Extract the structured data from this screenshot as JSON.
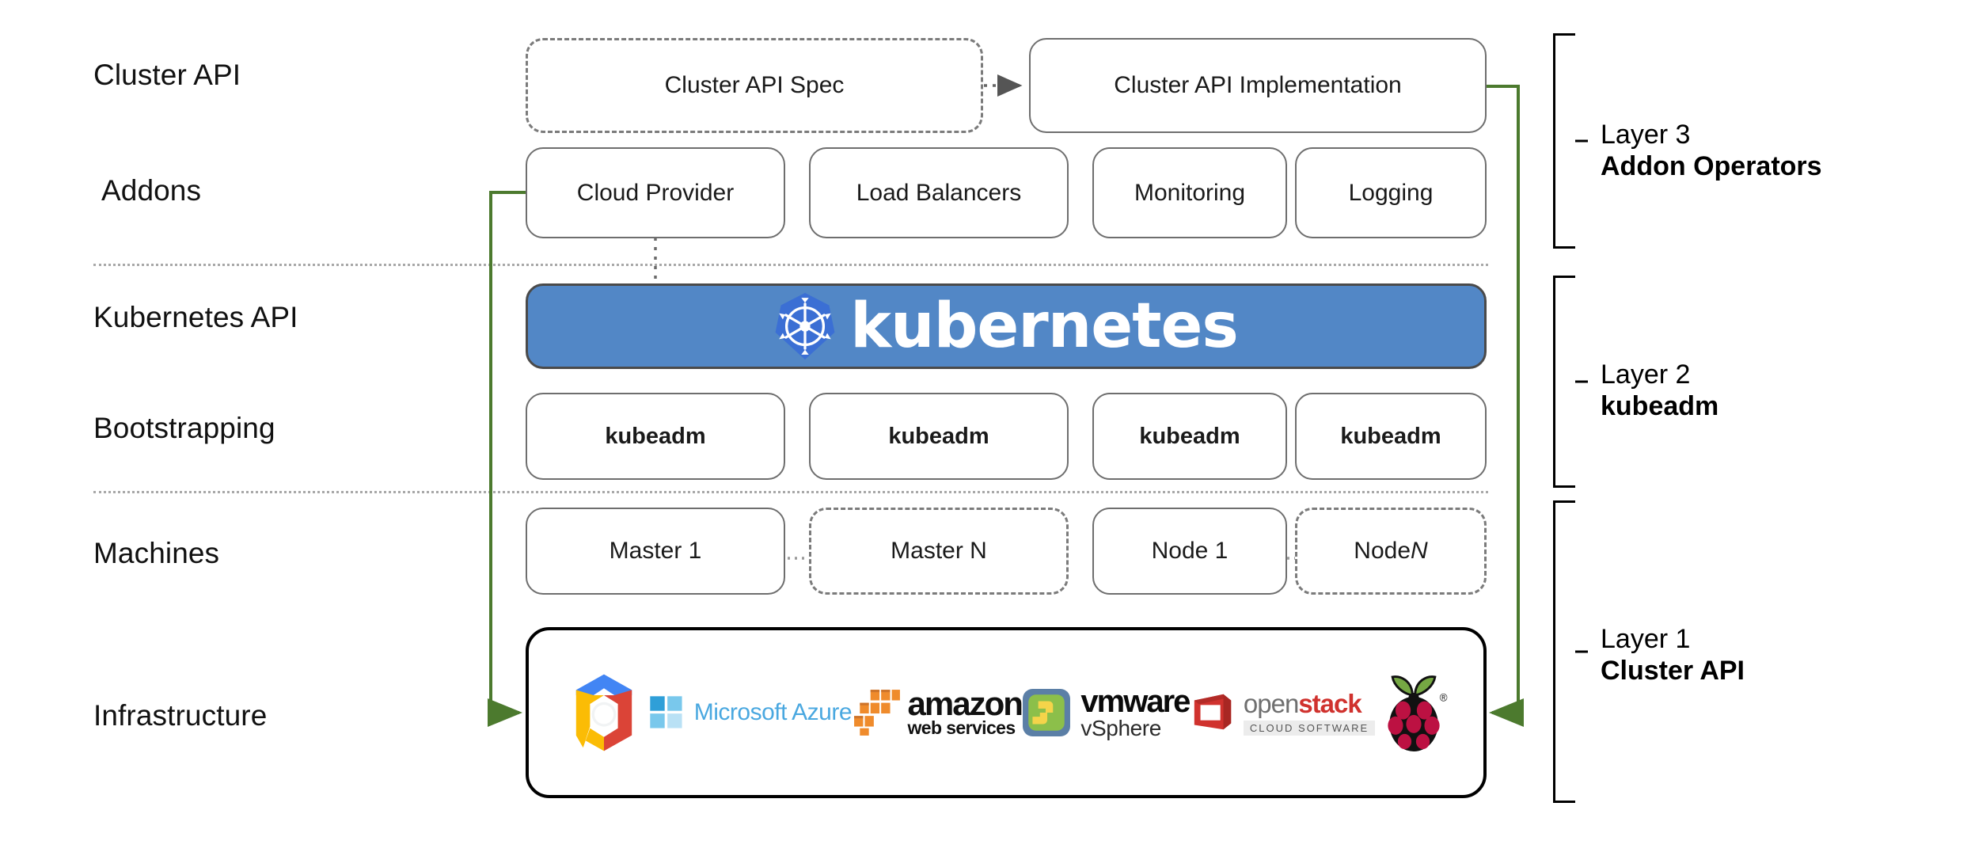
{
  "diagram": {
    "title": "Kubernetes Cluster API layered architecture",
    "accent_green": "#4c7a2e",
    "k8s_blue": "#5287c6",
    "k8s_logo_blue": "#3b6fd4",
    "divider_color": "#a8a8a8",
    "box_border": "#595959"
  },
  "row_labels": [
    {
      "id": "cluster-api",
      "text": "Cluster API"
    },
    {
      "id": "addons",
      "text": "Addons"
    },
    {
      "id": "kubernetes-api",
      "text": "Kubernetes API"
    },
    {
      "id": "bootstrapping",
      "text": "Bootstrapping"
    },
    {
      "id": "machines",
      "text": "Machines"
    },
    {
      "id": "infrastructure",
      "text": "Infrastructure"
    }
  ],
  "cluster_api_row": {
    "spec": {
      "label": "Cluster API Spec",
      "border": "dashed"
    },
    "implementation": {
      "label": "Cluster API Implementation",
      "border": "solid"
    },
    "connector": "dotted-arrow-right"
  },
  "addons_row": [
    {
      "label": "Cloud Provider"
    },
    {
      "label": "Load Balancers"
    },
    {
      "label": "Monitoring"
    },
    {
      "label": "Logging"
    }
  ],
  "kubernetes_banner": {
    "wordmark": "kubernetes",
    "logo_name": "kubernetes-helm-icon"
  },
  "bootstrapping_row": [
    {
      "label": "kubeadm"
    },
    {
      "label": "kubeadm"
    },
    {
      "label": "kubeadm"
    },
    {
      "label": "kubeadm"
    }
  ],
  "machines_row": [
    {
      "label": "Master 1",
      "border": "solid",
      "italic_suffix": ""
    },
    {
      "label": "Master N",
      "border": "dashed",
      "italic_suffix": ""
    },
    {
      "label": "Node 1",
      "border": "solid",
      "italic_suffix": ""
    },
    {
      "label": "Node ",
      "border": "dashed",
      "italic_suffix": "N"
    }
  ],
  "infrastructure_logos": [
    {
      "name": "google-cloud-platform-icon",
      "text": ""
    },
    {
      "name": "microsoft-azure-logo",
      "text": "Microsoft Azure"
    },
    {
      "name": "amazon-web-services-logo",
      "text": "amazon",
      "text2": "web services"
    },
    {
      "name": "vmware-vsphere-logo",
      "text": "vmware",
      "text2": "vSphere"
    },
    {
      "name": "openstack-logo",
      "text": "open",
      "text2": "stack",
      "text3": "CLOUD SOFTWARE"
    },
    {
      "name": "raspberry-pi-logo",
      "text": ""
    }
  ],
  "layers": [
    {
      "id": "layer-3",
      "line1": "Layer 3",
      "line2": "Addon Operators"
    },
    {
      "id": "layer-2",
      "line1": "Layer 2",
      "line2": "kubeadm"
    },
    {
      "id": "layer-1",
      "line1": "Layer 1",
      "line2": "Cluster API"
    }
  ]
}
